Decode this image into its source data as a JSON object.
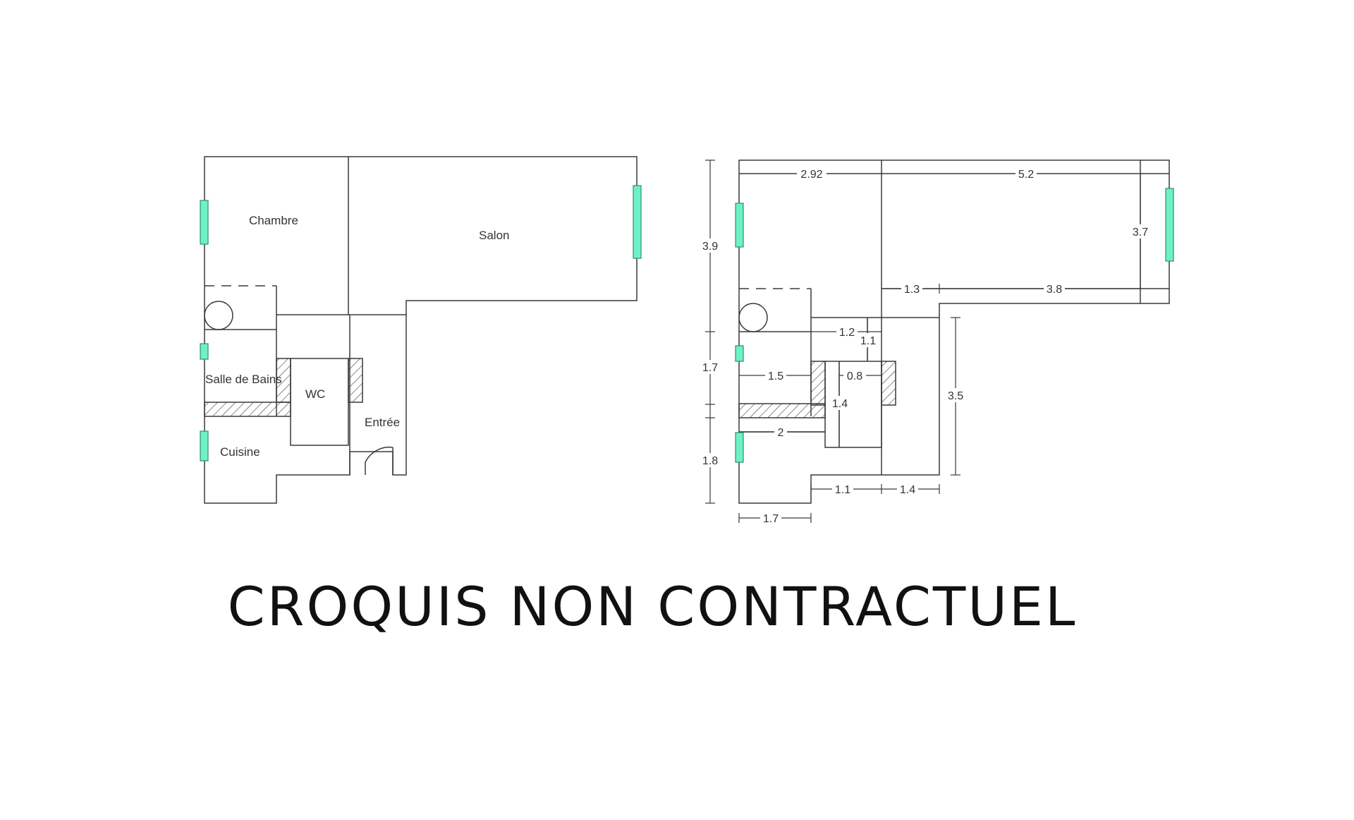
{
  "plan": {
    "colors": {
      "wall": "#3a3a3a",
      "window": "#6ff0c8",
      "window_stroke": "#2f8f6f"
    },
    "rooms": {
      "chambre": "Chambre",
      "salon": "Salon",
      "salle_de_bains": "Salle de Bains",
      "wc": "WC",
      "entree": "Entrée",
      "cuisine": "Cuisine"
    },
    "dimensions": {
      "d_2_92": "2.92",
      "d_5_2": "5.2",
      "d_3_9": "3.9",
      "d_3_7": "3.7",
      "d_1_3": "1.3",
      "d_3_8": "3.8",
      "d_1_2": "1.2",
      "d_1_1_vertical": "1.1",
      "d_1_7_vertical": "1.7",
      "d_1_5": "1.5",
      "d_0_8": "0.8",
      "d_1_4_vertical": "1.4",
      "d_3_5": "3.5",
      "d_2": "2",
      "d_1_8": "1.8",
      "d_1_1_bottom": "1.1",
      "d_1_4_bottom": "1.4",
      "d_1_7_bottom": "1.7"
    }
  },
  "footer": {
    "note": "CROQUIS NON CONTRACTUEL"
  }
}
